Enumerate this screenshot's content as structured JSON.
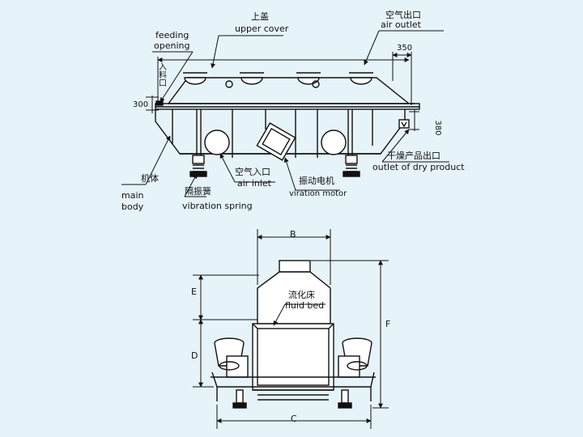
{
  "top_view": {
    "upper_cover_cn": "上盖",
    "upper_cover_en": "upper cover",
    "air_outlet_cn": "空气出口",
    "air_outlet_en": "air outlet",
    "feeding_en_1": "feeding",
    "feeding_en_2": "opening",
    "feeding_cn": "入料口",
    "main_body_cn": "机体",
    "main_body_en_1": "main",
    "main_body_en_2": "body",
    "spring_cn": "隔振簧",
    "spring_en": "vibration spring",
    "air_inlet_cn": "空气入口",
    "air_inlet_en": "air inlet",
    "motor_cn": "振动电机",
    "motor_en": "viration motor",
    "dry_outlet_cn": "干燥产品出口",
    "dry_outlet_en": "outlet of dry product",
    "dim_300": "300",
    "dim_350": "350",
    "dim_380": "380"
  },
  "side_view": {
    "fluid_bed_cn": "流化床",
    "fluid_bed_en": "fluid bed",
    "dim_b": "B",
    "dim_c": "C",
    "dim_d": "D",
    "dim_e": "E",
    "dim_f": "F"
  },
  "colors": {
    "background": "#e6f4fa",
    "line": "#111111"
  }
}
